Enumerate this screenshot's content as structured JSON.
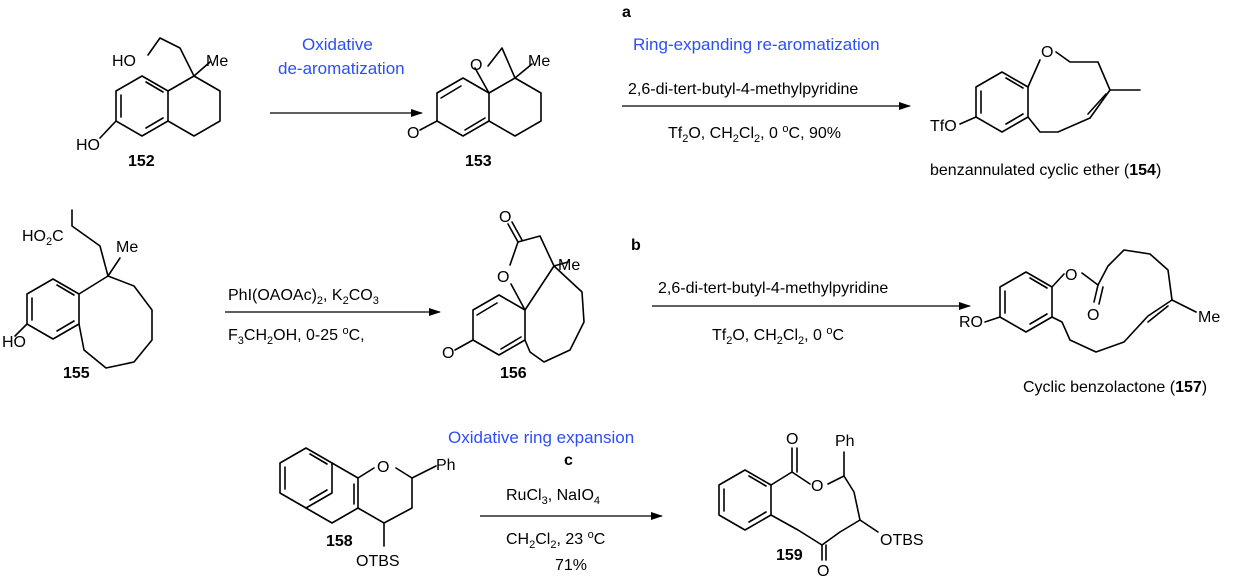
{
  "panels": {
    "a": {
      "letter": "a",
      "arrow1_title_line1": "Oxidative",
      "arrow1_title_line2": "de-aromatization",
      "arrow2_title": "Ring-expanding re-aromatization",
      "arrow2_above": "2,6-di-tert-butyl-4-methylpyridine",
      "arrow2_below_pre": "Tf",
      "arrow2_below_sub1": "2",
      "arrow2_below_mid": "O, CH",
      "arrow2_below_sub2": "2",
      "arrow2_below_mid2": "Cl",
      "arrow2_below_sub3": "2",
      "arrow2_below_mid3": ", 0 ",
      "arrow2_below_sup": "o",
      "arrow2_below_post": "C, 90%",
      "cmpd_152": "152",
      "cmpd_153": "153",
      "product_caption_pre": "benzannulated cyclic ether (",
      "product_caption_num": "154",
      "product_caption_post": ")",
      "atoms": {
        "ho_top": "HO",
        "me": "Me",
        "ho_left": "HO",
        "o_ring": "O",
        "o_keto": "O",
        "tfo": "TfO",
        "o_ether": "O"
      }
    },
    "b": {
      "letter": "b",
      "arrow1_above_pre": "PhI(OAOAc)",
      "arrow1_above_sub": "2",
      "arrow1_above_post": ", K",
      "arrow1_above_sub2": "2",
      "arrow1_above_post2": "CO",
      "arrow1_above_sub3": "3",
      "arrow1_below_pre": "F",
      "arrow1_below_sub1": "3",
      "arrow1_below_mid": "CH",
      "arrow1_below_sub2": "2",
      "arrow1_below_mid2": "OH, 0-25 ",
      "arrow1_below_sup": "o",
      "arrow1_below_post": "C,",
      "arrow2_above": "2,6-di-tert-butyl-4-methylpyridine",
      "arrow2_below_pre": "Tf",
      "arrow2_below_sub1": "2",
      "arrow2_below_mid": "O, CH",
      "arrow2_below_sub2": "2",
      "arrow2_below_mid2": "Cl",
      "arrow2_below_sub3": "2",
      "arrow2_below_mid3": ", 0 ",
      "arrow2_below_sup": "o",
      "arrow2_below_post": "C",
      "cmpd_155": "155",
      "cmpd_156": "156",
      "product_caption_pre": "Cyclic benzolactone (",
      "product_caption_num": "157",
      "product_caption_post": ")",
      "atoms": {
        "ho2c_pre": "HO",
        "ho2c_sub": "2",
        "ho2c_post": "C",
        "me": "Me",
        "ho": "HO",
        "o_lac": "O",
        "o_carb": "O",
        "o_keto": "O",
        "ro": "RO",
        "o_ester": "O",
        "o_ester_carb": "O",
        "me_prod": "Me"
      }
    },
    "c": {
      "letter": "c",
      "title": "Oxidative ring expansion",
      "arrow_above_pre": "RuCl",
      "arrow_above_sub1": "3",
      "arrow_above_mid": ", NaIO",
      "arrow_above_sub2": "4",
      "arrow_below1_pre": "CH",
      "arrow_below1_sub1": "2",
      "arrow_below1_mid": "Cl",
      "arrow_below1_sub2": "2",
      "arrow_below1_mid2": ", 23 ",
      "arrow_below1_sup": "o",
      "arrow_below1_post": "C",
      "arrow_below2": "71%",
      "cmpd_158": "158",
      "cmpd_159": "159",
      "atoms": {
        "o_ring": "O",
        "ph": "Ph",
        "otbs": "OTBS",
        "o_carb": "O",
        "o_ester": "O",
        "ph_prod": "Ph",
        "otbs_prod": "OTBS",
        "o_keto": "O"
      }
    }
  },
  "colors": {
    "title_blue": "#2d4ef5",
    "ink": "#000000"
  }
}
